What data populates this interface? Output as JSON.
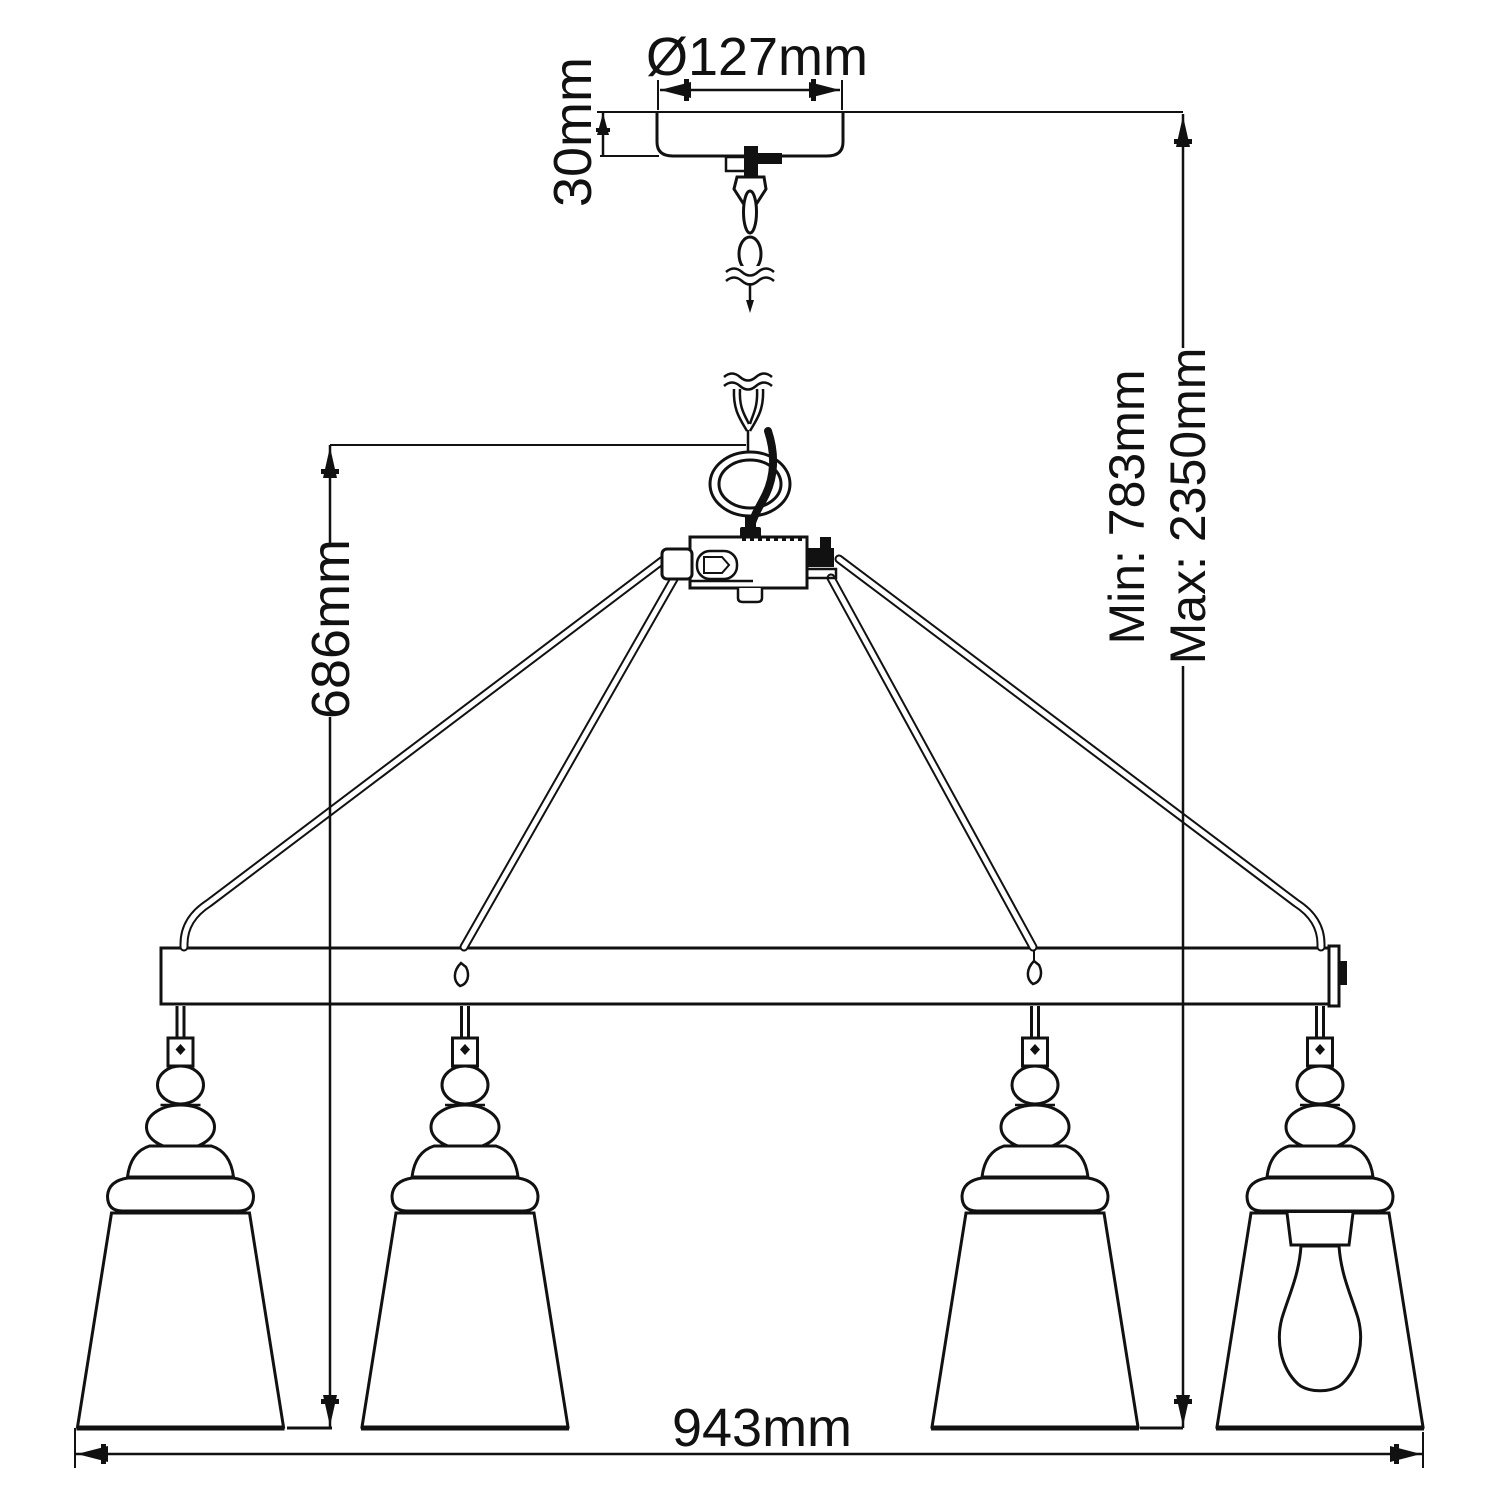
{
  "diagram": {
    "labels": {
      "canopy_diameter": "Ø127mm",
      "canopy_height": "30mm",
      "body_height": "686mm",
      "min_drop": "Min: 783mm",
      "max_drop": "Max: 2350mm",
      "overall_width": "943mm"
    },
    "fixture": {
      "lamp_count": 4
    },
    "style": {
      "line_color": "#111111",
      "background": "#ffffff",
      "text_color": "#111111"
    }
  }
}
